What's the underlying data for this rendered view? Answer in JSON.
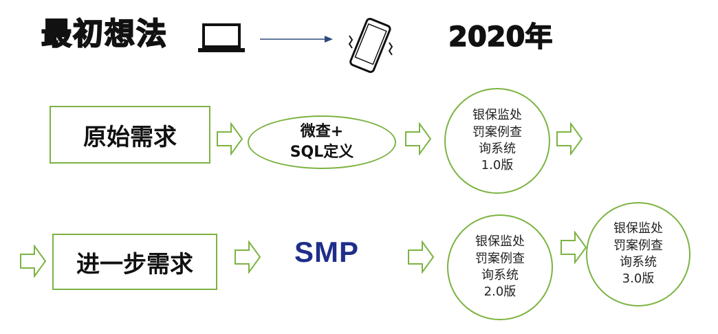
{
  "header": {
    "title": "最初想法",
    "year": "2020年"
  },
  "row1": {
    "box_label": "原始需求",
    "ellipse_line1": "微查+",
    "ellipse_line2": "SQL定义",
    "circle_lines": [
      "银保监处",
      "罚案例查",
      "询系统",
      "1.0版"
    ]
  },
  "row2": {
    "box_label": "进一步需求",
    "smp_label": "SMP",
    "circle2_lines": [
      "银保监处",
      "罚案例查",
      "询系统",
      "2.0版"
    ],
    "circle3_lines": [
      "银保监处",
      "罚案例查",
      "询系统",
      "3.0版"
    ]
  },
  "colors": {
    "outline_green": "#7cb342",
    "smp_blue": "#1f2e8a",
    "arrow_blue": "#2e4a7a"
  },
  "icons": [
    "laptop-icon",
    "long-arrow-icon",
    "smartphone-icon",
    "hollow-right-arrow-icon"
  ]
}
